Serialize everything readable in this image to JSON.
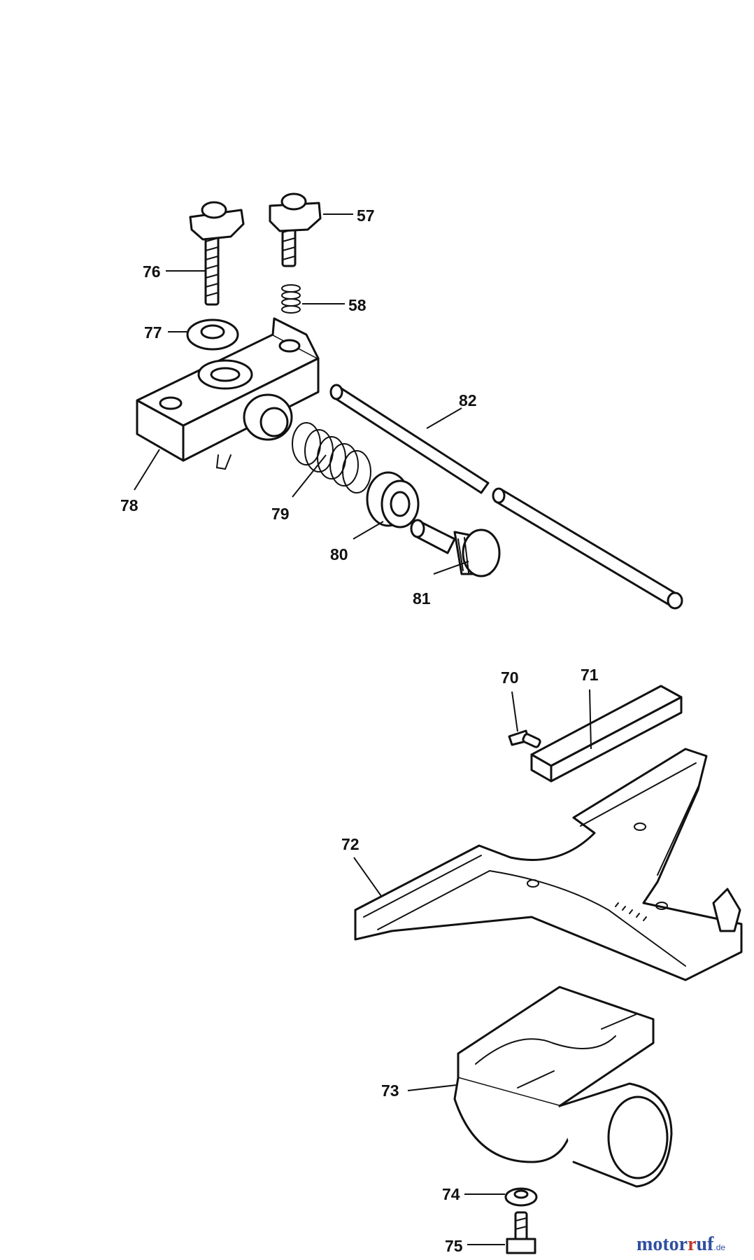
{
  "callouts": {
    "p57": "57",
    "p58": "58",
    "p70": "70",
    "p71": "71",
    "p72": "72",
    "p73": "73",
    "p74": "74",
    "p75": "75",
    "p76": "76",
    "p77": "77",
    "p78": "78",
    "p79": "79",
    "p80": "80",
    "p81": "81",
    "p82": "82"
  },
  "watermark": {
    "brand_a": "motor",
    "brand_b": "uf",
    "suffix": ".de"
  },
  "colors": {
    "ink": "#111111",
    "paper": "#ffffff",
    "watermark_blue": "#2f4fa0",
    "watermark_red": "#c0392b"
  }
}
